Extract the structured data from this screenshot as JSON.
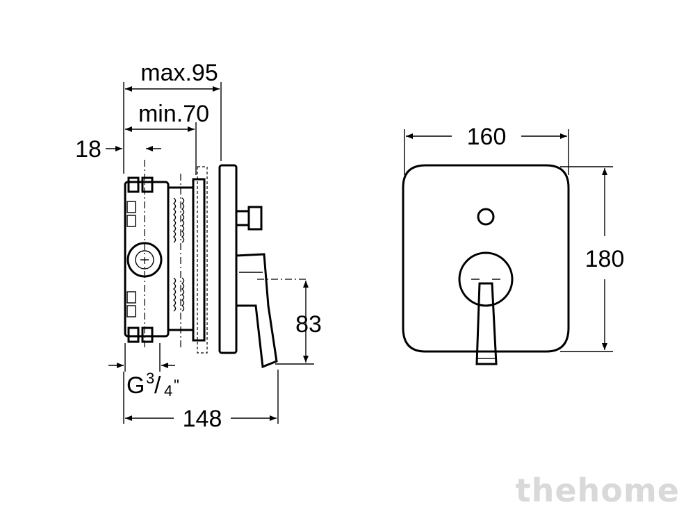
{
  "dimensions": {
    "max_depth": "max.95",
    "min_depth": "min.70",
    "offset": "18",
    "thread_prefix": "G",
    "thread_num": "3",
    "thread_den": "4",
    "thread_suffix": "\"",
    "overall_depth": "148",
    "lever_height": "83",
    "plate_width": "160",
    "plate_height": "180"
  },
  "watermark": {
    "text": "thehome"
  }
}
